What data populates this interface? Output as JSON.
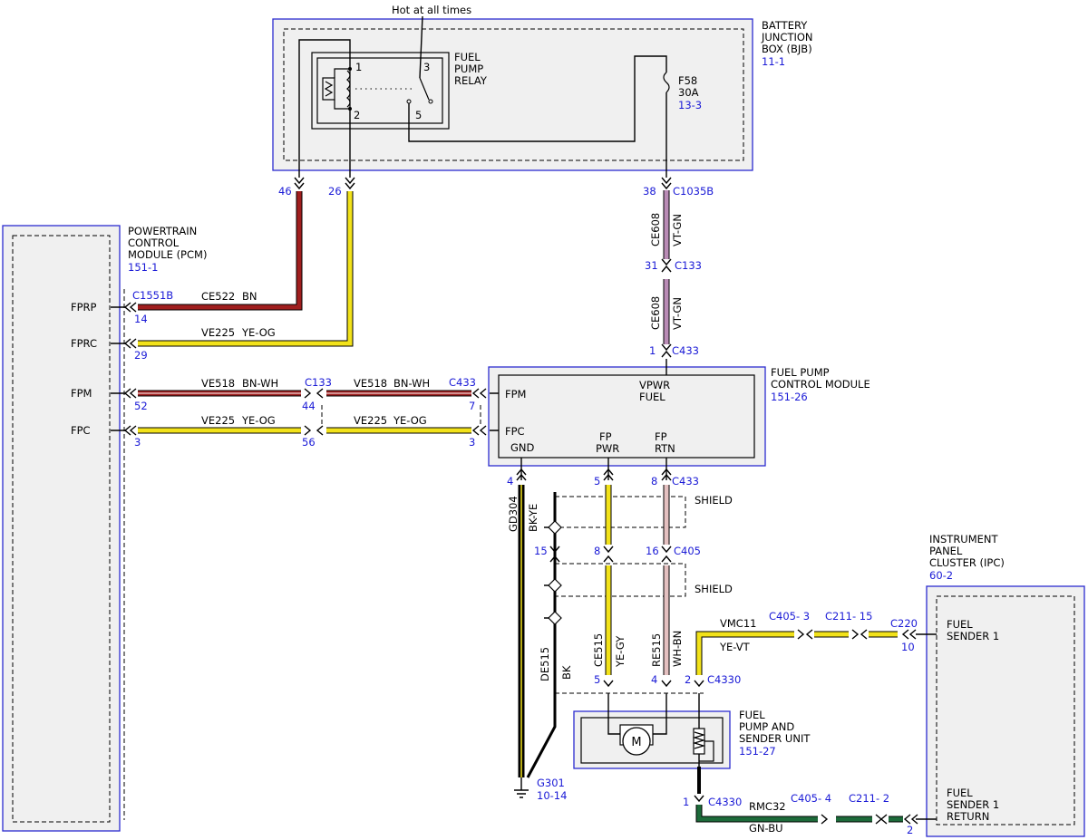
{
  "top_label": "Hot at all times",
  "bjb": {
    "title": [
      "BATTERY",
      "JUNCTION",
      "BOX (BJB)"
    ],
    "ref": "11-1",
    "relay": {
      "label": [
        "FUEL",
        "PUMP",
        "RELAY"
      ],
      "pins": [
        "1",
        "2",
        "3",
        "5"
      ]
    },
    "fuse": {
      "name": "F58",
      "rating": "30A",
      "ref": "13-3"
    }
  },
  "pcm": {
    "title": [
      "POWERTRAIN",
      "CONTROL",
      "MODULE (PCM)"
    ],
    "ref": "151-1",
    "connector": "C1551B",
    "pins": [
      {
        "name": "FPRP",
        "num": "14"
      },
      {
        "name": "FPRC",
        "num": "29"
      },
      {
        "name": "FPM",
        "num": "52"
      },
      {
        "name": "FPC",
        "num": "3"
      }
    ]
  },
  "fpcm": {
    "title": [
      "FUEL PUMP",
      "CONTROL MODULE"
    ],
    "ref": "151-26",
    "labels": {
      "fpm": "FPM",
      "fpc": "FPC",
      "vpwr": "VPWR",
      "fuel": "FUEL",
      "gnd": "GND",
      "fp1": "FP",
      "pwr": "PWR",
      "fp2": "FP",
      "rtn": "RTN"
    }
  },
  "ipc": {
    "title": [
      "INSTRUMENT",
      "PANEL",
      "CLUSTER (IPC)"
    ],
    "ref": "60-2",
    "sender1": [
      "FUEL",
      "SENDER 1"
    ],
    "sender1_return": [
      "FUEL",
      "SENDER 1",
      "RETURN"
    ]
  },
  "fpsu": {
    "title": [
      "FUEL",
      "PUMP AND",
      "SENDER UNIT"
    ],
    "ref": "151-27",
    "motor": "M"
  },
  "wires": {
    "ce522": {
      "circuit": "CE522",
      "color": "BN"
    },
    "ve225_top": {
      "circuit": "VE225",
      "color": "YE-OG"
    },
    "ve518_left": {
      "circuit": "VE518",
      "color": "BN-WH"
    },
    "ve518_right": {
      "circuit": "VE518",
      "color": "BN-WH"
    },
    "ve225_left": {
      "circuit": "VE225",
      "color": "YE-OG"
    },
    "ve225_right": {
      "circuit": "VE225",
      "color": "YE-OG"
    },
    "ce608_a": {
      "circuit": "CE608",
      "color": "VT-GN"
    },
    "ce608_b": {
      "circuit": "CE608",
      "color": "VT-GN"
    },
    "gd304": {
      "circuit": "GD304",
      "color": "BK-YE"
    },
    "de515": {
      "circuit": "DE515",
      "color": "BK"
    },
    "ce515": {
      "circuit": "CE515",
      "color": "YE-GY"
    },
    "re515": {
      "circuit": "RE515",
      "color": "WH-BN"
    },
    "vmc11": {
      "circuit": "VMC11",
      "color": "YE-VT"
    },
    "rmc32": {
      "circuit": "RMC32",
      "color": "GN-BU"
    }
  },
  "connectors": {
    "c46": "46",
    "c26": "26",
    "c38": "38",
    "c1035b": "C1035B",
    "c31": "31",
    "c133_top": "C133",
    "c1": "1",
    "c433_top": "C433",
    "c133_mid": "C133",
    "c44": "44",
    "c56": "56",
    "c433_mid": "C433",
    "c7": "7",
    "c3r": "3",
    "c4": "4",
    "c5": "5",
    "c8": "8",
    "c433_bot": "C433",
    "c15": "15",
    "c8b": "8",
    "c16": "16",
    "c405": "C405",
    "c5b": "5",
    "c4b": "4",
    "c2": "2",
    "c4330_top": "C4330",
    "c1b": "1",
    "c4330_bot": "C4330",
    "c405_3": "C405",
    "c405_3n": "- 3",
    "c211_15": "C211",
    "c211_15n": "- 15",
    "c220": "C220",
    "c10": "10",
    "c405_4": "C405",
    "c405_4n": "- 4",
    "c211_2": "C211",
    "c211_2n": "- 2",
    "c2b": "2"
  },
  "shield": "SHIELD",
  "ground": {
    "name": "G301",
    "ref": "10-14"
  },
  "colors": {
    "brown": "#a01e1e",
    "yellow": "#f2e21a",
    "violet": "#b98bb5",
    "pink": "#e4c0c0",
    "green": "#1d6b3a",
    "box_border": "#2b2bd0",
    "ref_blue": "#1a1ad6"
  }
}
